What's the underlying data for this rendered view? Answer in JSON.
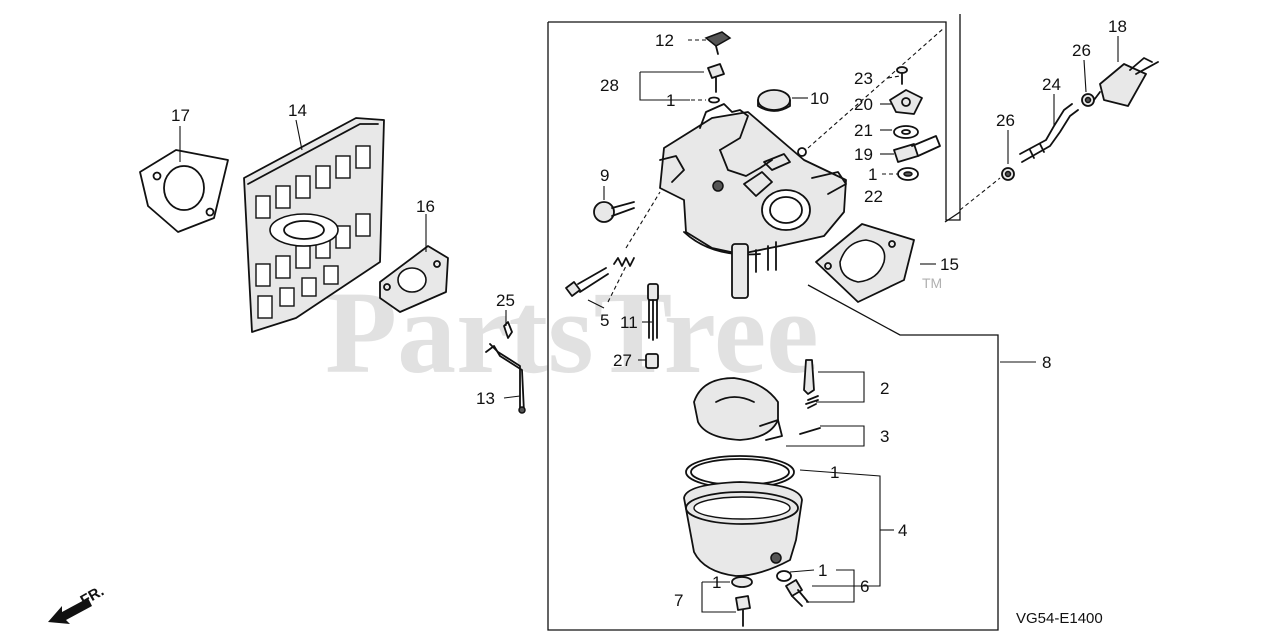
{
  "watermark": {
    "brand": "PartsTree",
    "trademark": "TM"
  },
  "diagram_code": "VG54-E1400",
  "direction_label": "FR.",
  "callouts": {
    "c1a": "1",
    "c1b": "1",
    "c1c": "1",
    "c1d": "1",
    "c1e": "1",
    "c2": "2",
    "c3": "3",
    "c4": "4",
    "c5": "5",
    "c6": "6",
    "c7": "7",
    "c8": "8",
    "c9": "9",
    "c10": "10",
    "c11": "11",
    "c12": "12",
    "c13": "13",
    "c14": "14",
    "c15": "15",
    "c16": "16",
    "c17": "17",
    "c18": "18",
    "c19": "19",
    "c20": "20",
    "c21": "21",
    "c22": "22",
    "c23": "23",
    "c24": "24",
    "c25": "25",
    "c26a": "26",
    "c26b": "26",
    "c27": "27",
    "c28": "28"
  }
}
